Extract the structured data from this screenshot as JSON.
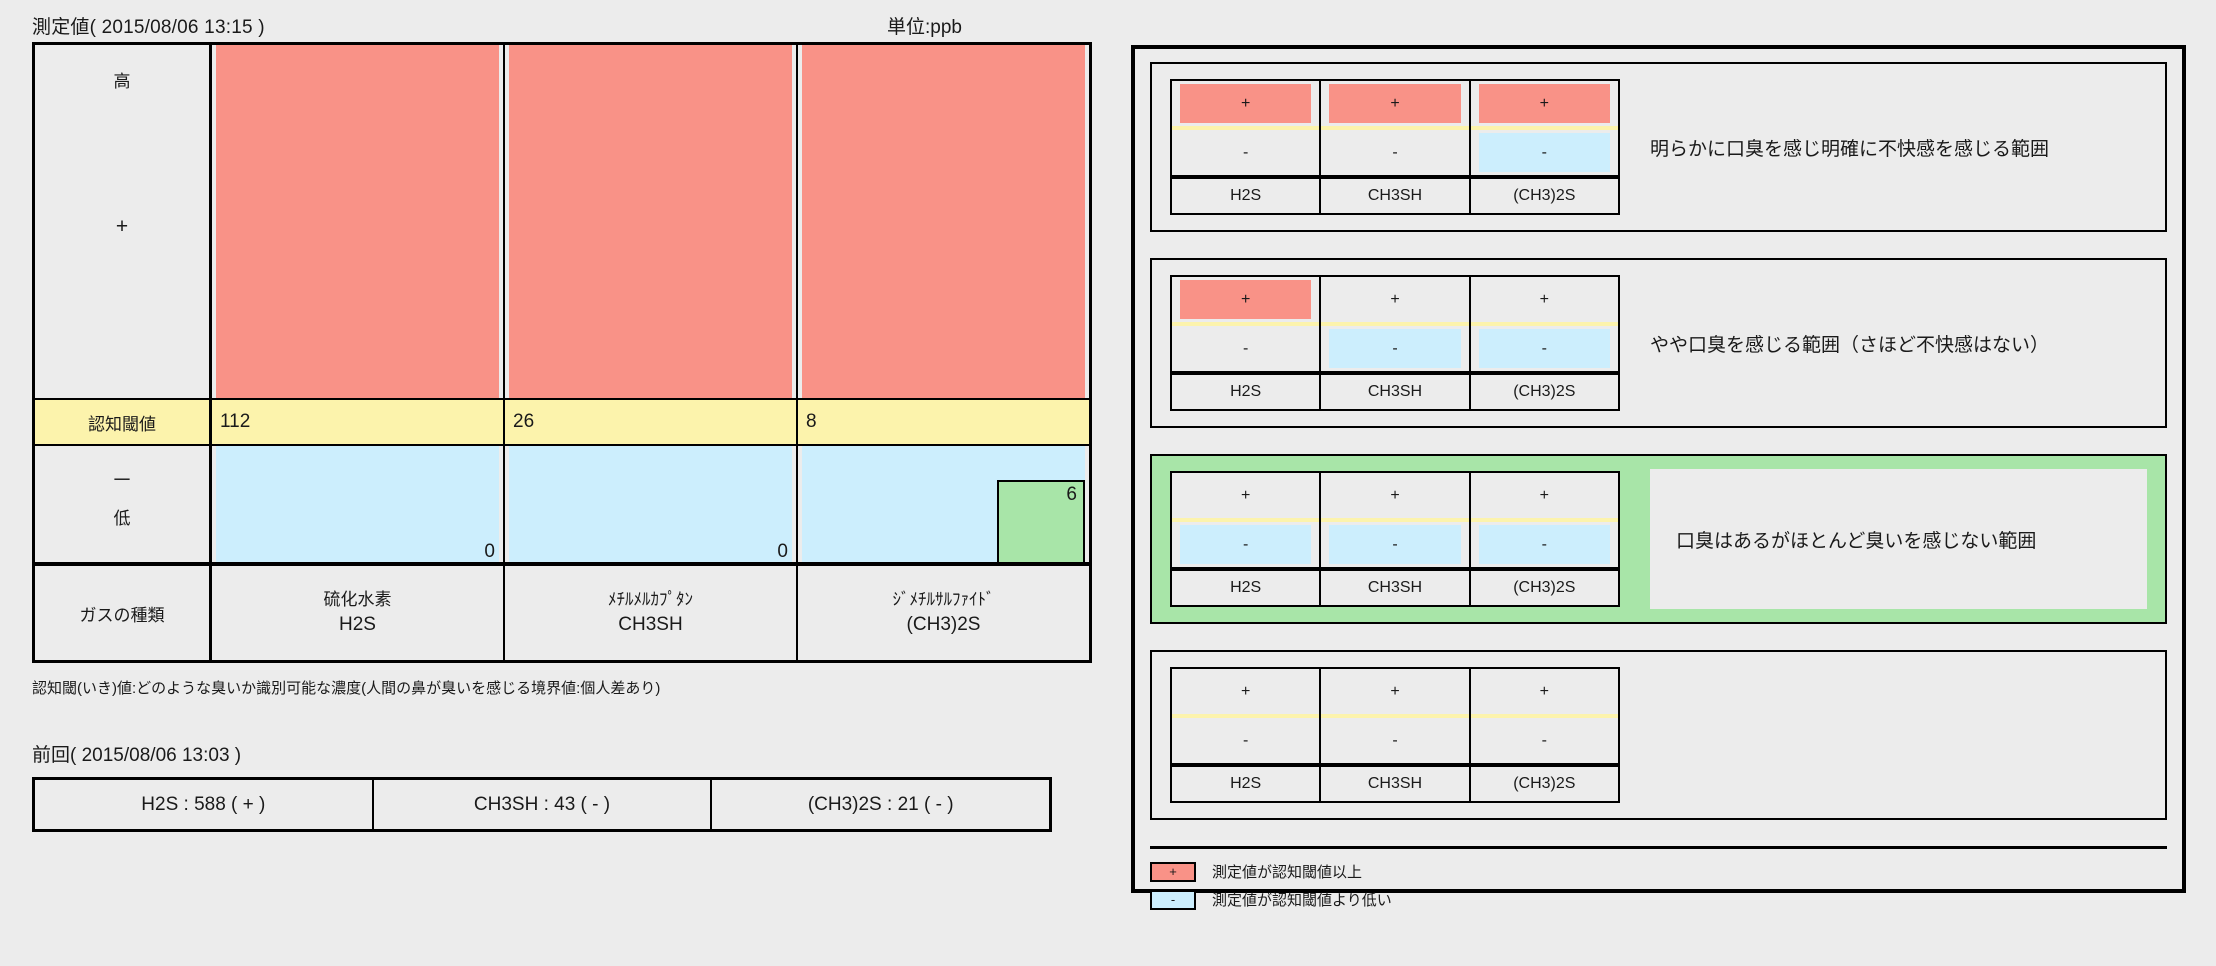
{
  "measurement": {
    "title": "測定値( 2015/08/06 13:15 )",
    "unit_label": "単位:ppb",
    "axis": {
      "high_label": "高",
      "plus_symbol": "+",
      "threshold_label": "認知閾値",
      "minus_symbol": "－",
      "low_label": "低",
      "gas_type_label": "ガスの種類"
    },
    "note": "認知閾(いき)値:どのような臭いか識別可能な濃度(人間の鼻が臭いを感じる境界値:個人差あり)"
  },
  "chart_data": {
    "type": "bar",
    "title": "測定値( 2015/08/06 13:15 )",
    "ylabel": "単位:ppb",
    "categories": [
      "H2S",
      "CH3SH",
      "(CH3)2S"
    ],
    "category_names_jp": [
      "硫化水素",
      "ﾒﾁﾙﾒﾙｶﾌﾟﾀﾝ",
      "ｼﾞﾒﾁﾙｻﾙﾌｧｲﾄﾞ"
    ],
    "series": [
      {
        "name": "測定値",
        "values": [
          0,
          0,
          6
        ]
      },
      {
        "name": "認知閾値",
        "values": [
          112,
          26,
          8
        ]
      }
    ],
    "value_labels": [
      "0",
      "0",
      "6"
    ],
    "threshold_labels": [
      "112",
      "26",
      "8"
    ],
    "status": [
      "-",
      "-",
      "-"
    ],
    "grid": false,
    "legend": "none"
  },
  "columns": [
    {
      "threshold": "112",
      "value": "0",
      "name_jp": "硫化水素",
      "formula": "H2S",
      "has_bar": false
    },
    {
      "threshold": "26",
      "value": "0",
      "name_jp": "ﾒﾁﾙﾒﾙｶﾌﾟﾀﾝ",
      "formula": "CH3SH",
      "has_bar": false
    },
    {
      "threshold": "8",
      "value": "6",
      "name_jp": "ｼﾞﾒﾁﾙｻﾙﾌｧｲﾄﾞ",
      "formula": "(CH3)2S",
      "has_bar": true
    }
  ],
  "previous": {
    "title": "前回( 2015/08/06 13:03 )",
    "cells": [
      "H2S : 588 ( + )",
      "CH3SH : 43 ( - )",
      "(CH3)2S : 21 ( - )"
    ]
  },
  "panels": [
    {
      "description": "明らかに口臭を感じ明確に不快感を感じる範囲",
      "highlight": false,
      "gases": [
        {
          "label": "H2S",
          "plus": "+",
          "minus": "-",
          "plus_state": "red",
          "minus_state": "none"
        },
        {
          "label": "CH3SH",
          "plus": "+",
          "minus": "-",
          "plus_state": "red",
          "minus_state": "none"
        },
        {
          "label": "(CH3)2S",
          "plus": "+",
          "minus": "-",
          "plus_state": "red",
          "minus_state": "blue"
        }
      ]
    },
    {
      "description": "やや口臭を感じる範囲（さほど不快感はない）",
      "highlight": false,
      "gases": [
        {
          "label": "H2S",
          "plus": "+",
          "minus": "-",
          "plus_state": "red",
          "minus_state": "none"
        },
        {
          "label": "CH3SH",
          "plus": "+",
          "minus": "-",
          "plus_state": "none",
          "minus_state": "blue"
        },
        {
          "label": "(CH3)2S",
          "plus": "+",
          "minus": "-",
          "plus_state": "none",
          "minus_state": "blue"
        }
      ]
    },
    {
      "description": "口臭はあるがほとんど臭いを感じない範囲",
      "highlight": true,
      "gases": [
        {
          "label": "H2S",
          "plus": "+",
          "minus": "-",
          "plus_state": "none",
          "minus_state": "blue"
        },
        {
          "label": "CH3SH",
          "plus": "+",
          "minus": "-",
          "plus_state": "none",
          "minus_state": "blue"
        },
        {
          "label": "(CH3)2S",
          "plus": "+",
          "minus": "-",
          "plus_state": "none",
          "minus_state": "blue"
        }
      ]
    },
    {
      "description": "",
      "highlight": false,
      "gases": [
        {
          "label": "H2S",
          "plus": "+",
          "minus": "-",
          "plus_state": "none",
          "minus_state": "none"
        },
        {
          "label": "CH3SH",
          "plus": "+",
          "minus": "-",
          "plus_state": "none",
          "minus_state": "none"
        },
        {
          "label": "(CH3)2S",
          "plus": "+",
          "minus": "-",
          "plus_state": "none",
          "minus_state": "none"
        }
      ]
    }
  ],
  "legend": [
    {
      "symbol": "+",
      "state": "red",
      "text": "測定値が認知閾値以上"
    },
    {
      "symbol": "-",
      "state": "blue",
      "text": "測定値が認知閾値より低い"
    }
  ],
  "colors": {
    "above_threshold": "#f99287",
    "below_threshold": "#cceefd",
    "threshold_band": "#fcf3ac",
    "measured_bar": "#a8e5a8",
    "background": "#ececec"
  }
}
